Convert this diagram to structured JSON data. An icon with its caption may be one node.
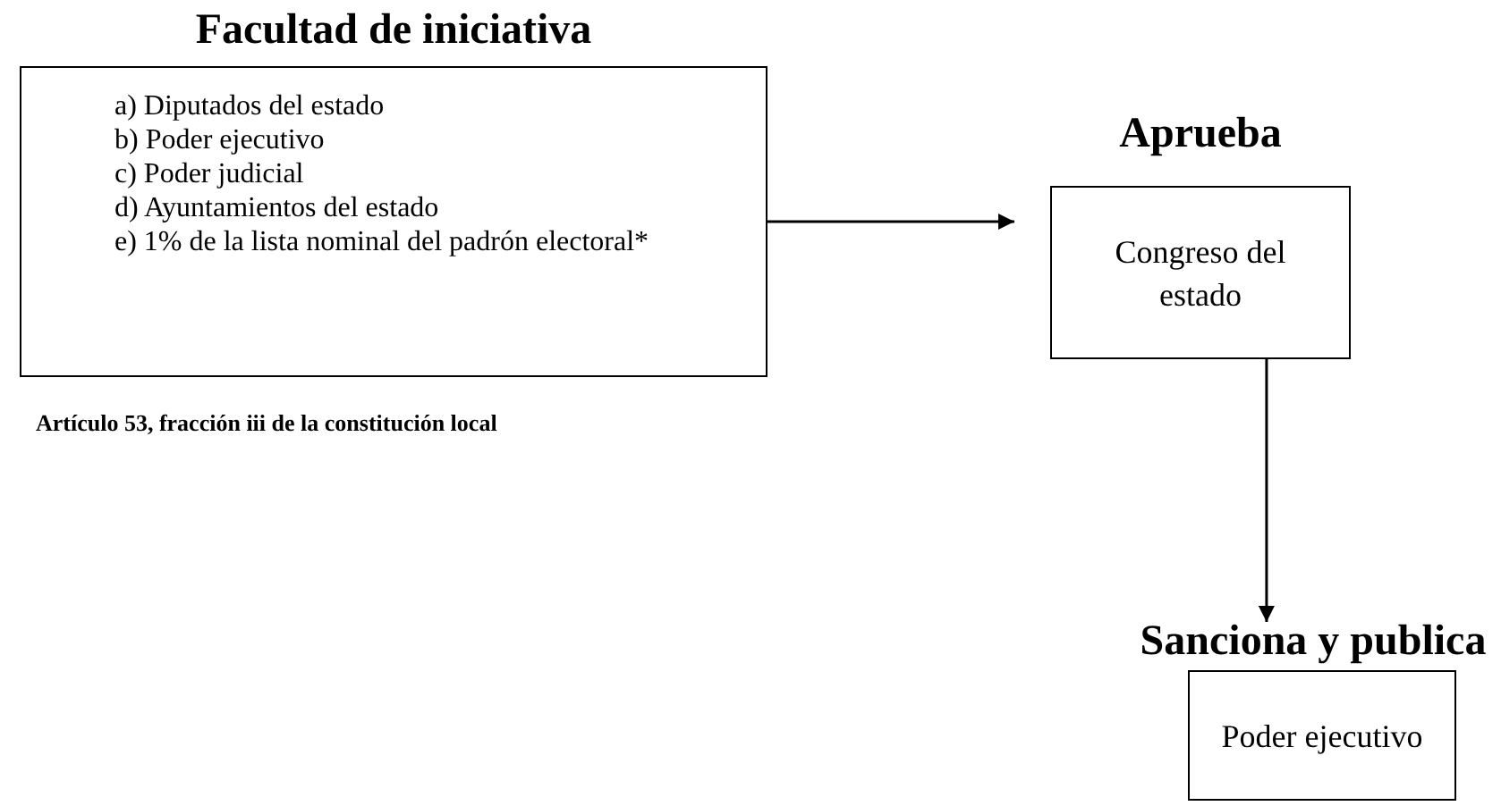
{
  "diagram": {
    "nodes": [
      {
        "text": [
          "Facultad de iniciativa",
          "a) Diputados del estado",
          "b) Poder ejecutivo",
          "c) Poder judicial",
          "d) Ayuntamientos del estado",
          "e) 1% de la lista nominal del padrón electoral*"
        ],
        "beside": [
          "Artículo 53, fracción iii de la constitución local"
        ]
      },
      {
        "text": [
          "Aprueba",
          "Congreso del estado"
        ]
      },
      {
        "text": [
          "Sanciona y publica",
          "Poder ejecutivo"
        ]
      }
    ],
    "edges": [
      {
        "from": 0,
        "to": 1,
        "arrow": "to"
      },
      {
        "from": 1,
        "to": 2,
        "arrow": "to"
      }
    ]
  }
}
